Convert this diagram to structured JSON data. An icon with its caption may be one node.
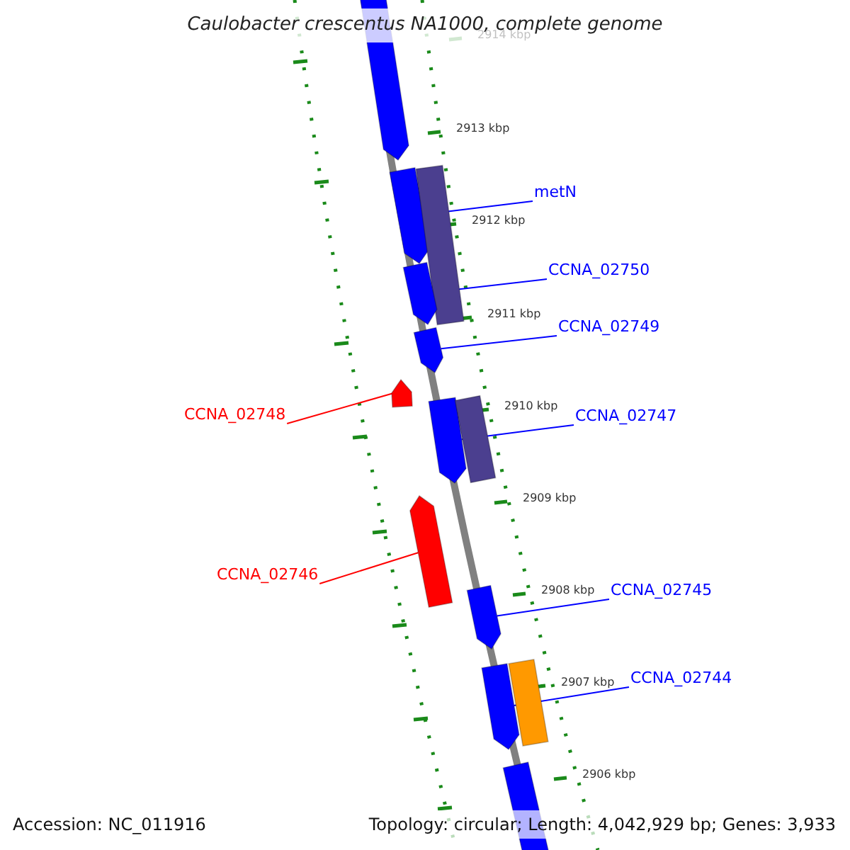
{
  "diagram": {
    "title": "Caulobacter crescentus NA1000, complete genome",
    "nodes": [
      {
        "text": [],
        "shape": "box"
      },
      {
        "text": [],
        "shape": "box"
      },
      {
        "text": [],
        "shape": "box"
      },
      {
        "text": [
          "metN"
        ]
      },
      {
        "text": [],
        "shape": "box"
      },
      {
        "text": [
          "CCNA_02750"
        ]
      },
      {
        "text": [],
        "shape": "box"
      },
      {
        "text": [
          "CCNA_02749"
        ]
      },
      {
        "text": [],
        "shape": "box"
      },
      {
        "text": [
          "CCNA_02748"
        ]
      },
      {
        "text": [],
        "shape": "box"
      },
      {
        "text": [],
        "shape": "box"
      },
      {
        "text": [
          "CCNA_02747"
        ]
      },
      {
        "text": [],
        "shape": "box"
      },
      {
        "text": [
          "CCNA_02746"
        ]
      },
      {
        "text": [],
        "shape": "box"
      },
      {
        "text": [
          "CCNA_02745"
        ]
      },
      {
        "text": [],
        "shape": "box"
      },
      {
        "text": [],
        "shape": "box"
      },
      {
        "text": [
          "CCNA_02744"
        ]
      },
      {
        "text": [],
        "shape": "box"
      }
    ],
    "edges": [
      {
        "from": 3,
        "to": 1,
        "arrow": "none"
      },
      {
        "from": 5,
        "to": 4,
        "arrow": "none"
      },
      {
        "from": 7,
        "to": 6,
        "arrow": "none"
      },
      {
        "from": 9,
        "to": 8,
        "arrow": "none",
        "color": "#ff0000"
      },
      {
        "from": 12,
        "to": 10,
        "arrow": "none"
      },
      {
        "from": 14,
        "to": 13,
        "arrow": "none",
        "color": "#ff0000"
      },
      {
        "from": 16,
        "to": 15,
        "arrow": "none"
      },
      {
        "from": 19,
        "to": 17,
        "arrow": "none"
      }
    ],
    "labels": [
      "2914 kbp",
      "2913 kbp",
      "2912 kbp",
      "2911 kbp",
      "2910 kbp",
      "2909 kbp",
      "2908 kbp",
      "2907 kbp",
      "2906 kbp",
      "Accession: NC_011916",
      "Topology: circular; Length: 4,042,929 bp; Genes: 3,933"
    ]
  }
}
